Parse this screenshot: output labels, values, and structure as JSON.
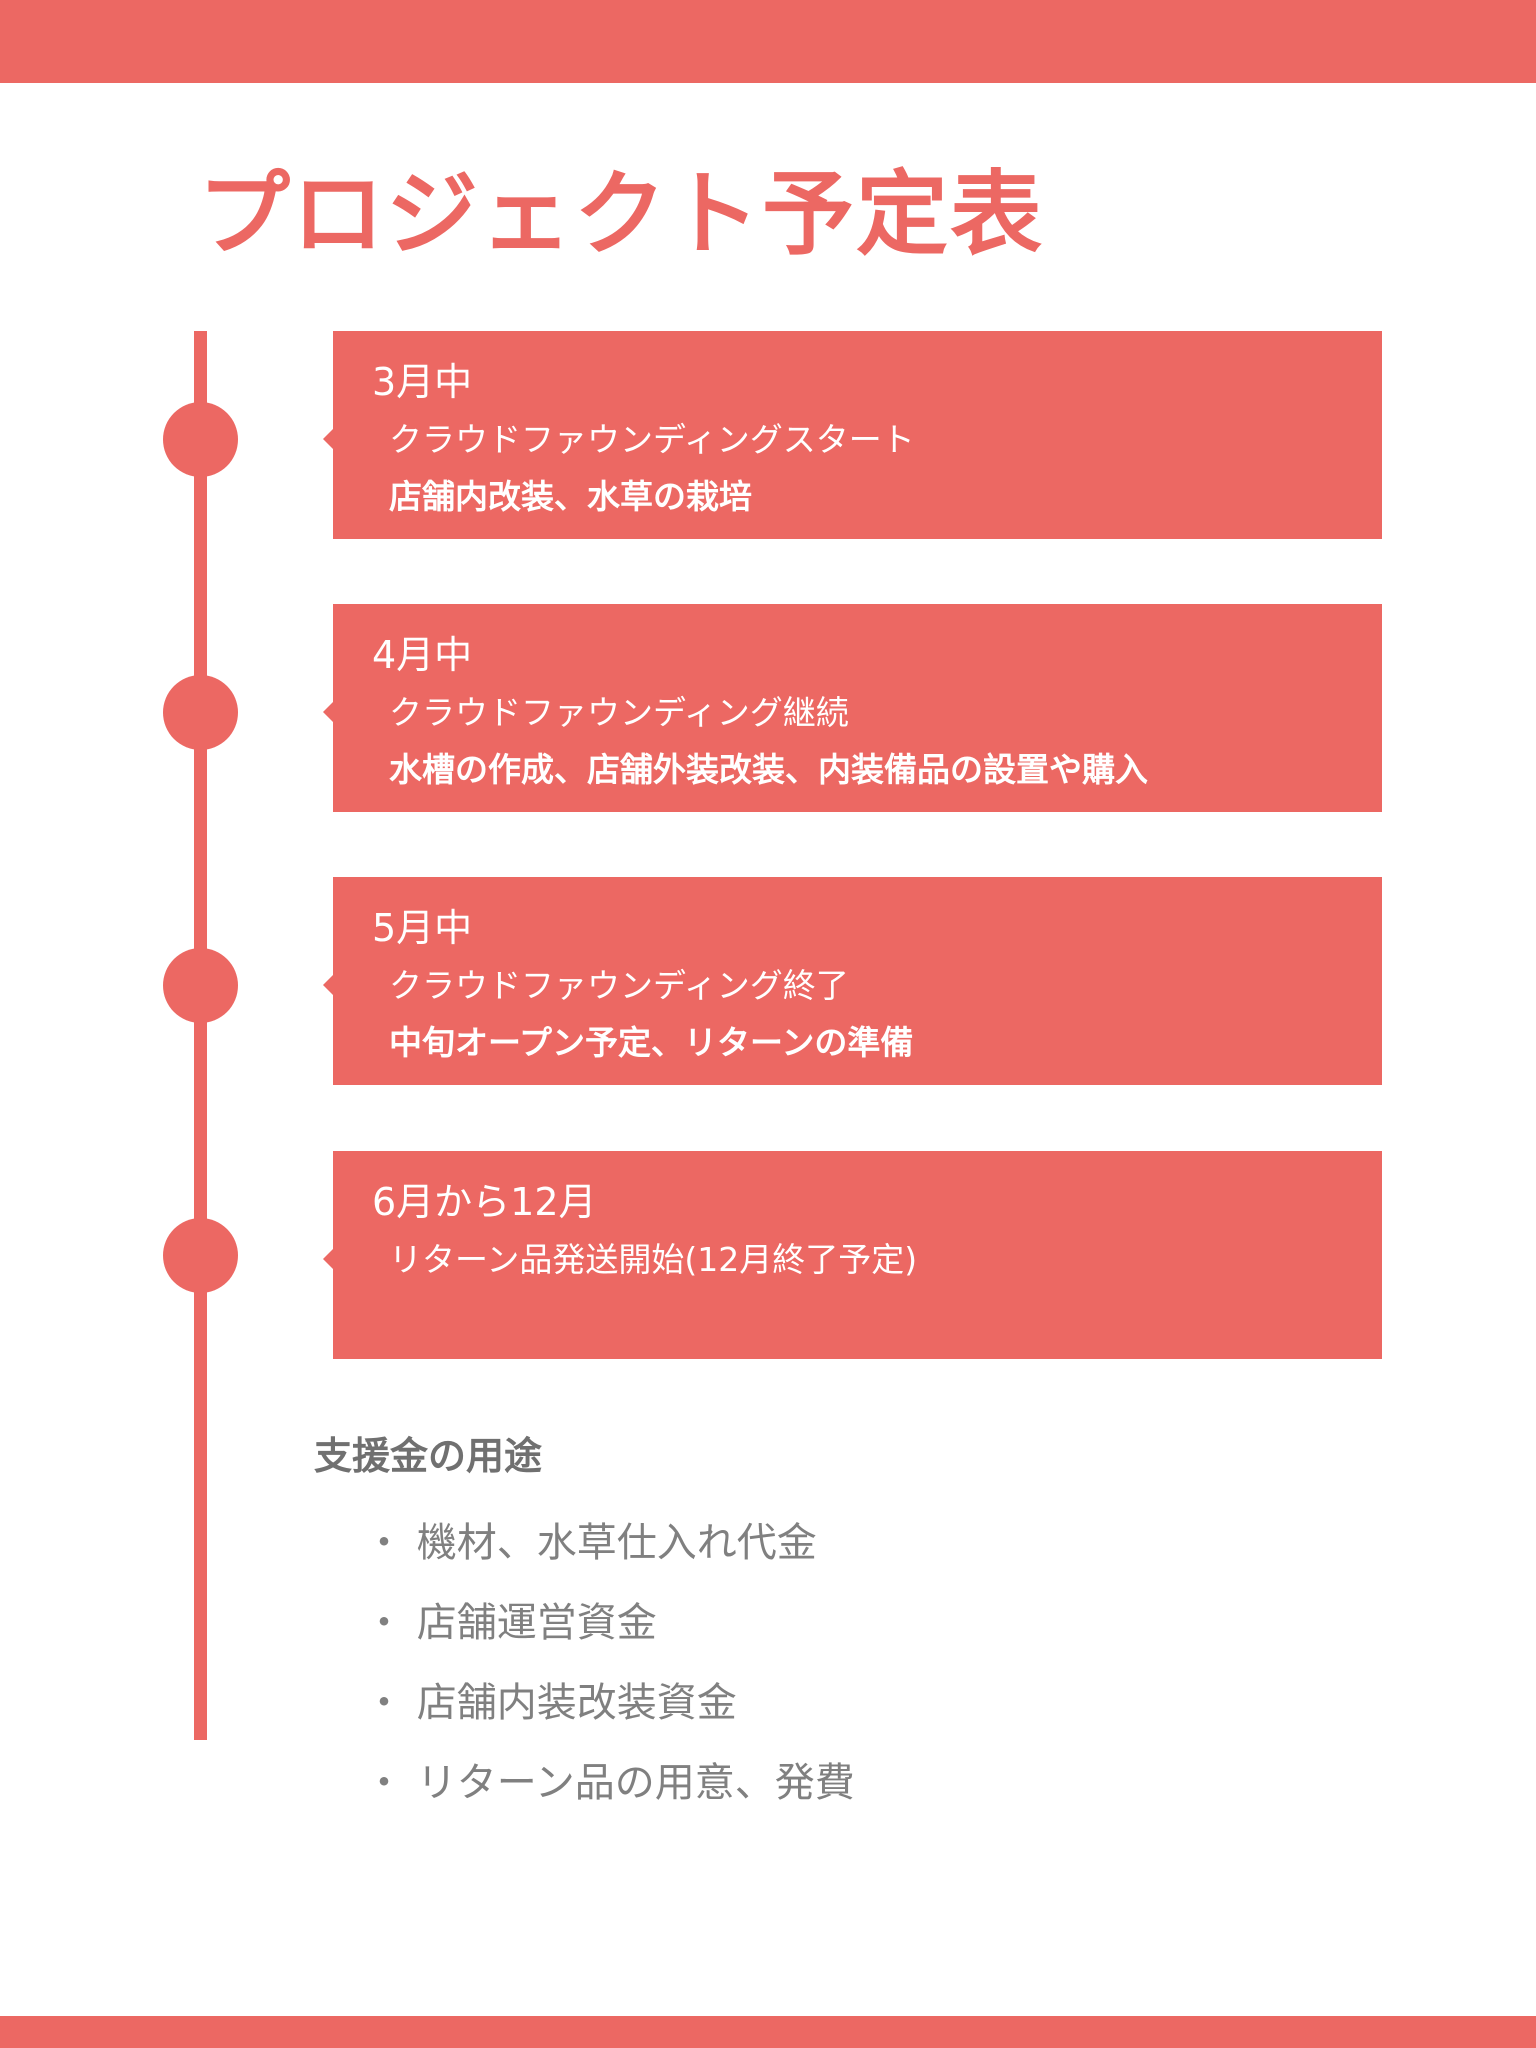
{
  "title": "プロジェクト予定表",
  "schedule": [
    {
      "when": "3月中",
      "line1": "クラウドファウンディングスタート",
      "line2": "店舗内改装、水草の栽培"
    },
    {
      "when": "4月中",
      "line1": "クラウドファウンディング継続",
      "line2": "水槽の作成、店舗外装改装、内装備品の設置や購入"
    },
    {
      "when": "5月中",
      "line1": "クラウドファウンディング終了",
      "line2": "中旬オープン予定、リターンの準備"
    },
    {
      "when": "6月から12月",
      "line1": "リターン品発送開始(12月終了予定)",
      "line2": ""
    }
  ],
  "uses": {
    "heading": "支援金の用途",
    "items": [
      "・ 機材、水草仕入れ代金",
      "・ 店舗運営資金",
      "・ 店舗内装改装資金",
      "・ リターン品の用意、発費"
    ]
  },
  "colors": {
    "accent": "#EC6863",
    "text_gray": "#707070"
  }
}
